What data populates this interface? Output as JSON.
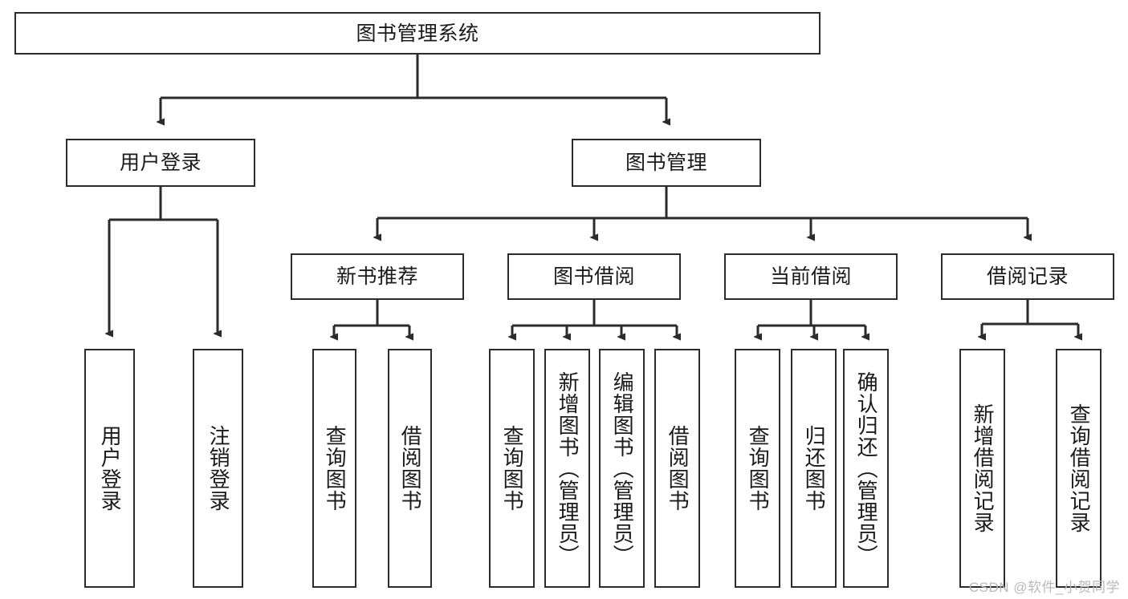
{
  "diagram": {
    "title": "图书管理系统",
    "type": "tree",
    "colors": {
      "line": "#2b2b2b",
      "box_border": "#2b2b2b",
      "box_fill": "#ffffff",
      "text": "#1a1a1a",
      "watermark": "#b9b9b9"
    },
    "root": {
      "label": "图书管理系统"
    },
    "level2": [
      {
        "label": "用户登录"
      },
      {
        "label": "图书管理"
      }
    ],
    "level3": [
      {
        "label": "新书推荐"
      },
      {
        "label": "图书借阅"
      },
      {
        "label": "当前借阅"
      },
      {
        "label": "借阅记录"
      }
    ],
    "leaves": {
      "user_login": [
        {
          "label": "用户登录"
        },
        {
          "label": "注销登录"
        }
      ],
      "new_book_recommend": [
        {
          "label": "查询图书"
        },
        {
          "label": "借阅图书"
        }
      ],
      "book_borrow": [
        {
          "label": "查询图书"
        },
        {
          "label": "新增图书（管理员）"
        },
        {
          "label": "编辑图书（管理员）"
        },
        {
          "label": "借阅图书"
        }
      ],
      "current_borrow": [
        {
          "label": "查询图书"
        },
        {
          "label": "归还图书"
        },
        {
          "label": "确认归还（管理员）"
        }
      ],
      "borrow_record": [
        {
          "label": "新增借阅记录"
        },
        {
          "label": "查询借阅记录"
        }
      ]
    }
  },
  "watermark": {
    "text": "CSDN @软件_小贺同学"
  }
}
